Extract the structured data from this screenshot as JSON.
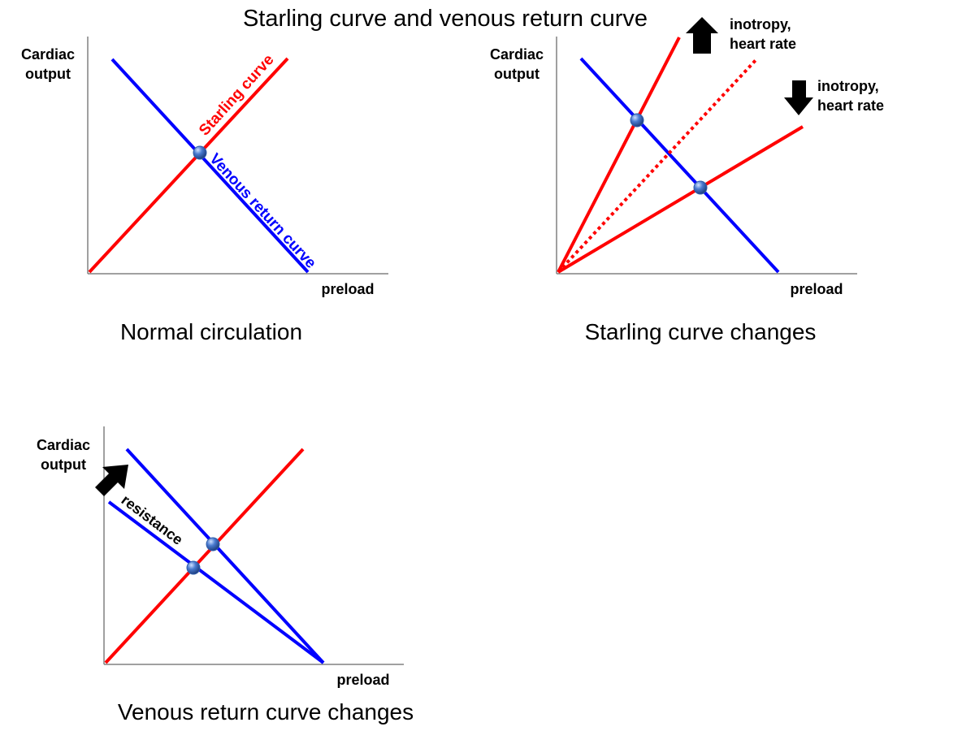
{
  "title": "Starling curve and venous return curve",
  "colors": {
    "starling": "#ff0000",
    "venous": "#0000ff",
    "axis": "#808080",
    "arrow": "#000000",
    "point": "#4a7bd0"
  },
  "panels": [
    {
      "caption": "Normal circulation",
      "ylabel_line1": "Cardiac",
      "ylabel_line2": "output",
      "xlabel": "preload",
      "starling_label": "Starling curve",
      "venous_label": "Venous return curve"
    },
    {
      "caption": "Starling curve changes",
      "ylabel_line1": "Cardiac",
      "ylabel_line2": "output",
      "xlabel": "preload",
      "up_note_line1": "inotropy,",
      "up_note_line2": "heart rate",
      "down_note_line1": "inotropy,",
      "down_note_line2": "heart rate",
      "up_arrow_icon": "up-arrow-icon",
      "down_arrow_icon": "down-arrow-icon"
    },
    {
      "caption": "Venous return curve changes",
      "ylabel_line1": "Cardiac",
      "ylabel_line2": "output",
      "xlabel": "preload",
      "resistance_note": "resistance",
      "resistance_arrow_icon": "up-right-arrow-icon"
    }
  ]
}
